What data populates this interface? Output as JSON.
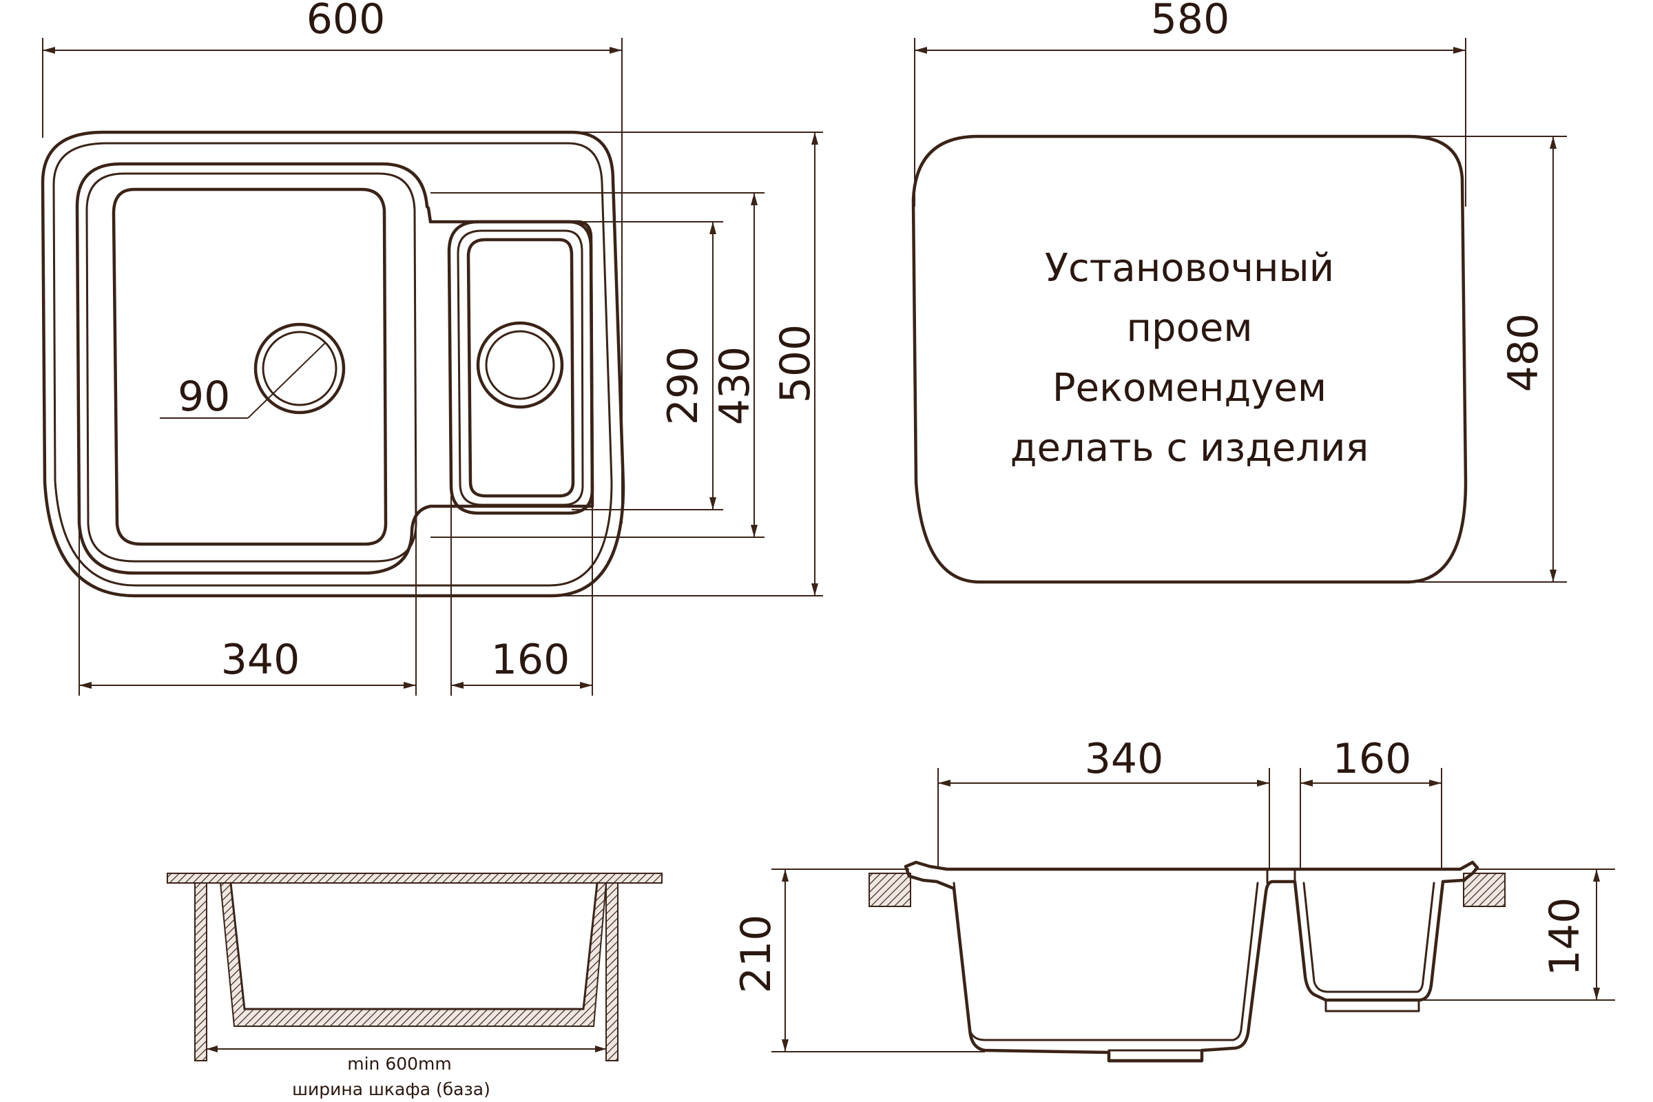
{
  "dimensions": {
    "top_width": "600",
    "cutout_width": "580",
    "overall_depth": "500",
    "inner_depth": "430",
    "small_bowl_depth": "290",
    "drain_diameter": "90",
    "big_bowl_width": "340",
    "small_bowl_width": "160",
    "cutout_depth": "480",
    "section_big_bowl_width": "340",
    "section_small_bowl_width": "160",
    "section_total_height": "210",
    "section_small_height": "140"
  },
  "cutout_note": {
    "line1": "Установочный",
    "line2": "проем",
    "line3": "Рекомендуем",
    "line4": "делать с изделия"
  },
  "cabinet_note": {
    "line1": "min 600mm",
    "line2": "ширина шкафа (база)"
  },
  "colors": {
    "line": "#3a2318",
    "background": "#ffffff"
  }
}
